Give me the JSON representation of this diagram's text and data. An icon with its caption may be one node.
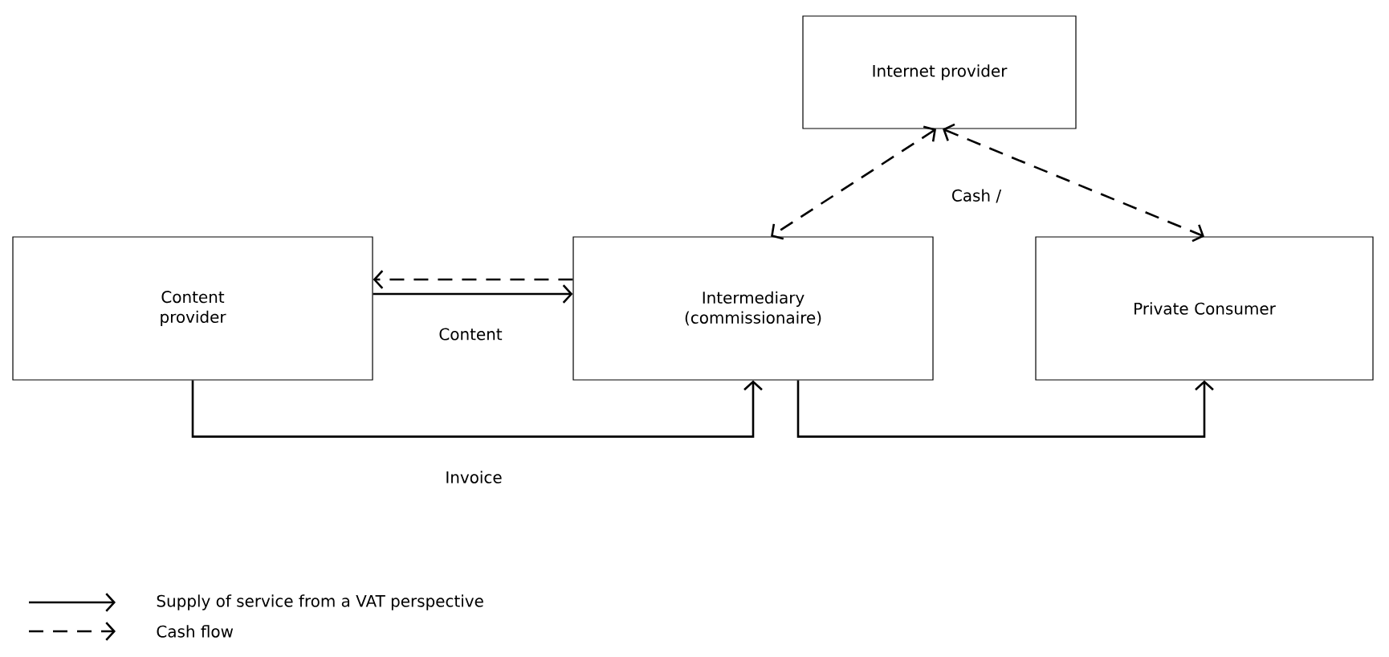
{
  "diagram": {
    "nodes": [
      {
        "text": [
          "Internet provider"
        ]
      },
      {
        "text": [
          "Content provider"
        ]
      },
      {
        "text": [
          "Intermediary (commissionaire)"
        ]
      },
      {
        "text": [
          "Private Consumer"
        ]
      }
    ],
    "edges": [
      {
        "from": 2,
        "to": 1,
        "arrow": "to",
        "style": "dashed"
      },
      {
        "from": 1,
        "to": 2,
        "arrow": "to",
        "label": "Content"
      },
      {
        "from": 1,
        "to": 2,
        "arrow": "to",
        "label": "Invoice"
      },
      {
        "from": 2,
        "to": 3,
        "arrow": "to"
      },
      {
        "from": 0,
        "to": 2,
        "arrow": "both",
        "style": "dashed"
      },
      {
        "from": 0,
        "to": 3,
        "arrow": "both",
        "style": "dashed"
      }
    ],
    "labels": [
      "Cash /"
    ],
    "legend": [
      {
        "text": "Supply of service from a VAT perspective"
      },
      {
        "text": "Cash flow"
      }
    ]
  }
}
